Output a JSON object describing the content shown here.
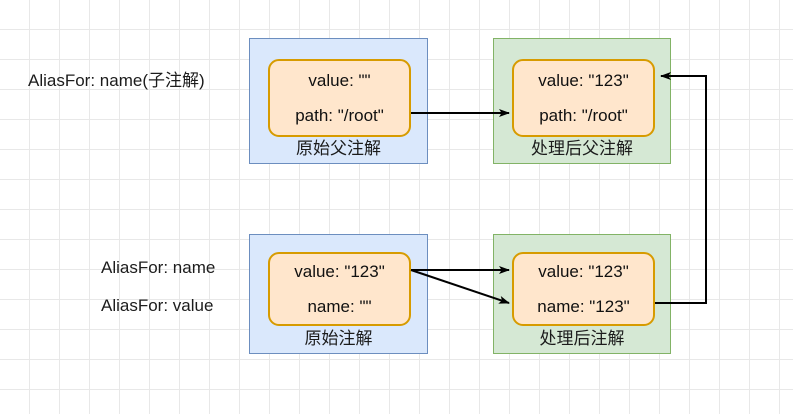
{
  "diagram": {
    "title": "AliasFor annotation attribute resolution",
    "colors": {
      "group_blue_fill": "#dae8fc",
      "group_blue_border": "#6c8ebf",
      "group_green_fill": "#d5e8d4",
      "group_green_border": "#82b366",
      "attr_fill": "#ffe6cc",
      "attr_border": "#d79b00",
      "arrow": "#000000",
      "grid": "#e8e8e8",
      "background": "#ffffff"
    },
    "labels": {
      "parent_alias": "AliasFor: name(子注解)",
      "child_alias_name": "AliasFor: name",
      "child_alias_value": "AliasFor: value"
    },
    "nodes": {
      "parent_source": {
        "caption": "原始父注解",
        "attrs": [
          "value: \"\"",
          "path: \"/root\""
        ]
      },
      "parent_processed": {
        "caption": "处理后父注解",
        "attrs": [
          "value: \"123\"",
          "path: \"/root\""
        ]
      },
      "child_source": {
        "caption": "原始注解",
        "attrs": [
          "value: \"123\"",
          "name: \"\""
        ]
      },
      "child_processed": {
        "caption": "处理后注解",
        "attrs": [
          "value: \"123\"",
          "name: \"123\""
        ]
      }
    },
    "edges": [
      {
        "name": "parent-path-to-processed-path",
        "from": "parent_source.path",
        "to": "parent_processed.path"
      },
      {
        "name": "child-value-to-processed-value",
        "from": "child_source.value",
        "to": "child_processed.value"
      },
      {
        "name": "child-value-to-processed-name",
        "from": "child_source.value",
        "to": "child_processed.name"
      },
      {
        "name": "child-processed-name-to-parent-processed-value",
        "from": "child_processed.name",
        "to": "parent_processed.value"
      }
    ]
  }
}
